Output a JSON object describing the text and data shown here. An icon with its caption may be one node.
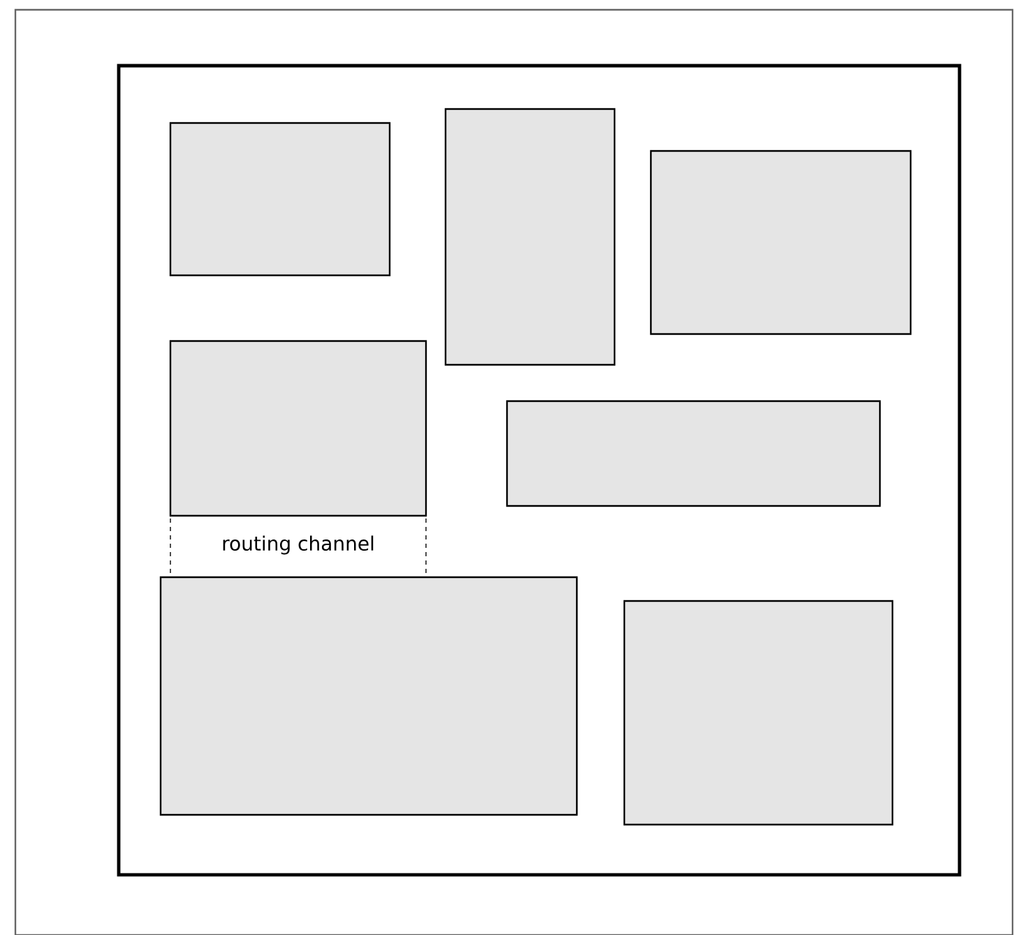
{
  "diagram": {
    "nodes": [
      {
        "text": [],
        "shape": "box"
      },
      {
        "text": [],
        "shape": "box",
        "in": 0
      },
      {
        "text": [],
        "shape": "box",
        "in": 0
      },
      {
        "text": [],
        "shape": "box",
        "in": 0
      },
      {
        "text": [],
        "shape": "box",
        "in": 0
      },
      {
        "text": [],
        "shape": "box",
        "in": 0
      },
      {
        "text": [],
        "shape": "box",
        "in": 0
      },
      {
        "text": [],
        "shape": "box",
        "in": 0
      }
    ],
    "labels": [
      "routing channel"
    ]
  }
}
